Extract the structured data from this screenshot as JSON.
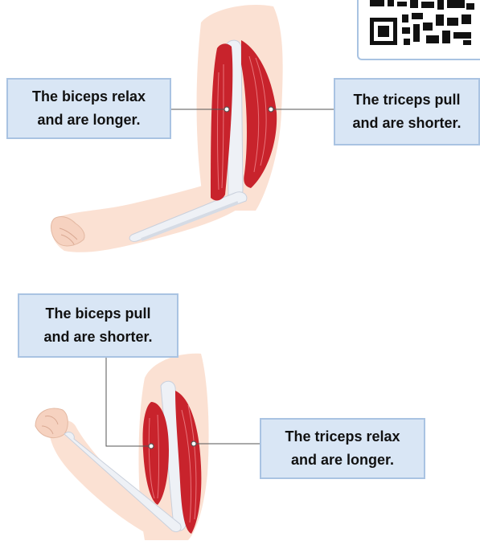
{
  "colors": {
    "skin": "#fbe1d3",
    "muscle": "#c8232c",
    "muscle_fiber": "#e8737a",
    "bone": "#eef1f6",
    "box_fill": "#d9e6f5",
    "box_border": "#a9c3e2",
    "connector": "#555555"
  },
  "qr_icon": "qr-code-icon",
  "arm_flexed_up": {
    "biceps_label": [
      "The biceps relax",
      "and are longer."
    ],
    "triceps_label": [
      "The triceps pull",
      "and are shorter."
    ]
  },
  "arm_bent": {
    "biceps_label": [
      "The biceps pull",
      "and are shorter."
    ],
    "triceps_label": [
      "The triceps relax",
      "and are longer."
    ]
  }
}
